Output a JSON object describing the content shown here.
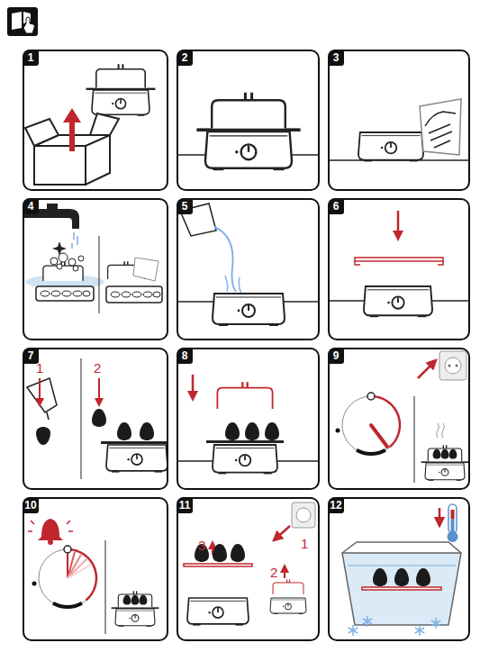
{
  "diagram": {
    "nodes": [
      {
        "text": [
          "1"
        ]
      },
      {
        "text": [
          "2"
        ]
      },
      {
        "text": [
          "3"
        ]
      },
      {
        "text": [
          "4"
        ]
      },
      {
        "text": [
          "5"
        ]
      },
      {
        "text": [
          "6"
        ]
      },
      {
        "text": [
          "7"
        ]
      },
      {
        "text": [
          "8"
        ]
      },
      {
        "text": [
          "9"
        ]
      },
      {
        "text": [
          "10"
        ]
      },
      {
        "text": [
          "11"
        ]
      },
      {
        "text": [
          "12"
        ]
      }
    ],
    "labels": [
      "1",
      "2",
      "3",
      "2",
      "1"
    ]
  }
}
